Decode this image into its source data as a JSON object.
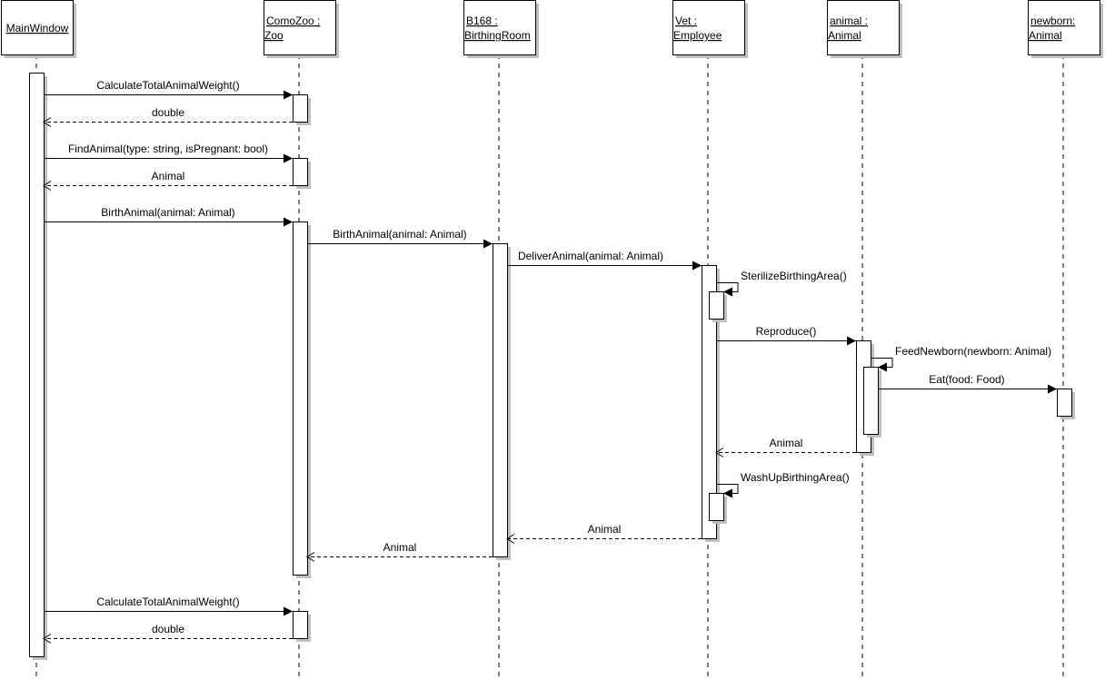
{
  "participants": [
    {
      "line1": "MainWindow",
      "line2": ""
    },
    {
      "line1": "ComoZoo :",
      "line2": "Zoo"
    },
    {
      "line1": "B168 :",
      "line2": "BirthingRoom"
    },
    {
      "line1": "Vet :",
      "line2": "Employee"
    },
    {
      "line1": "animal :",
      "line2": "Animal"
    },
    {
      "line1": "newborn:",
      "line2": "Animal"
    }
  ],
  "messages": [
    {
      "label": "CalculateTotalAnimalWeight()",
      "kind": "call",
      "from": "MainWindow",
      "to": "ComoZoo : Zoo"
    },
    {
      "label": "double",
      "kind": "return",
      "from": "ComoZoo : Zoo",
      "to": "MainWindow"
    },
    {
      "label": "FindAnimal(type: string, isPregnant: bool)",
      "kind": "call",
      "from": "MainWindow",
      "to": "ComoZoo : Zoo"
    },
    {
      "label": "Animal",
      "kind": "return",
      "from": "ComoZoo : Zoo",
      "to": "MainWindow"
    },
    {
      "label": "BirthAnimal(animal: Animal)",
      "kind": "call",
      "from": "MainWindow",
      "to": "ComoZoo : Zoo"
    },
    {
      "label": "BirthAnimal(animal: Animal)",
      "kind": "call",
      "from": "ComoZoo : Zoo",
      "to": "B168 : BirthingRoom"
    },
    {
      "label": "DeliverAnimal(animal: Animal)",
      "kind": "call",
      "from": "B168 : BirthingRoom",
      "to": "Vet : Employee"
    },
    {
      "label": "SterilizeBirthingArea()",
      "kind": "self",
      "from": "Vet : Employee",
      "to": "Vet : Employee"
    },
    {
      "label": "Reproduce()",
      "kind": "call",
      "from": "Vet : Employee",
      "to": "animal : Animal"
    },
    {
      "label": "FeedNewborn(newborn: Animal)",
      "kind": "self",
      "from": "animal : Animal",
      "to": "animal : Animal"
    },
    {
      "label": "Eat(food: Food)",
      "kind": "call",
      "from": "animal : Animal",
      "to": "newborn: Animal"
    },
    {
      "label": "Animal",
      "kind": "return",
      "from": "animal : Animal",
      "to": "Vet : Employee"
    },
    {
      "label": "WashUpBirthingArea()",
      "kind": "self",
      "from": "Vet : Employee",
      "to": "Vet : Employee"
    },
    {
      "label": "Animal",
      "kind": "return",
      "from": "Vet : Employee",
      "to": "B168 : BirthingRoom"
    },
    {
      "label": "Animal",
      "kind": "return",
      "from": "B168 : BirthingRoom",
      "to": "ComoZoo : Zoo"
    },
    {
      "label": "CalculateTotalAnimalWeight()",
      "kind": "call",
      "from": "MainWindow",
      "to": "ComoZoo : Zoo"
    },
    {
      "label": "double",
      "kind": "return",
      "from": "ComoZoo : Zoo",
      "to": "MainWindow"
    }
  ]
}
